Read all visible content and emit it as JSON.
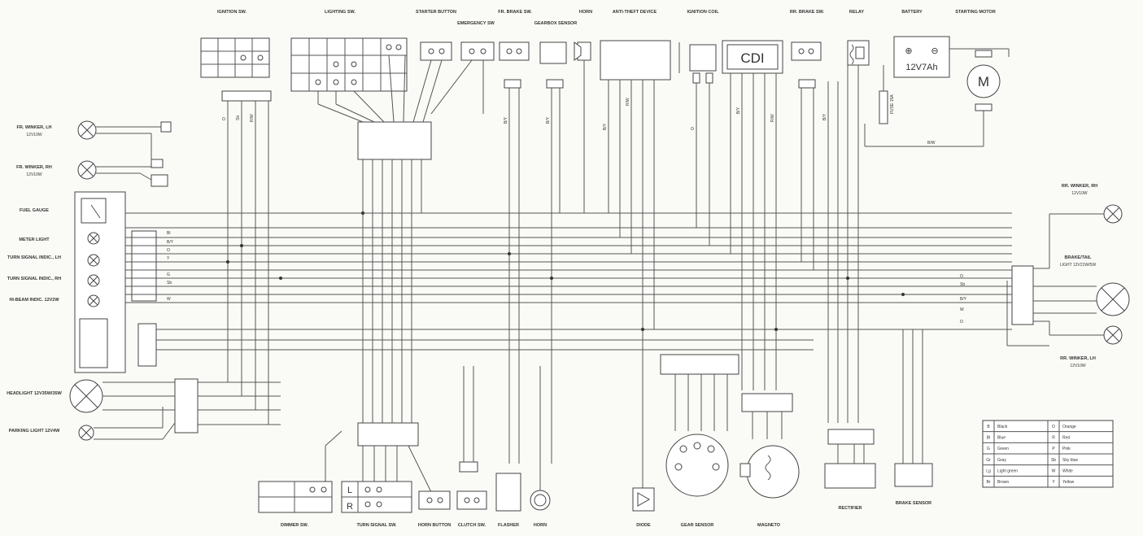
{
  "diagram": {
    "labels": {
      "ignition_sw": "IGNITION SW.",
      "lighting_sw": "LIGHTING SW.",
      "starter_button": "STARTER BUTTON",
      "emergency_sw": "EMERGENCY SW",
      "fr_brake_sw": "FR. BRAKE SW.",
      "gearshift_sensor": "GEARBOX SENSOR",
      "horn_top": "HORN",
      "anti_theft": "ANTI-THEFT DEVICE",
      "ignition_coil": "IGNITION COIL",
      "rr_brake_sw": "RR. BRAKE SW.",
      "relay": "RELAY",
      "battery": "BATTERY",
      "starting_motor": "STARTING MOTOR",
      "fr_winker_lh": "FR. WINKER, LH",
      "fr_winker_lh_spec": "12V10W",
      "fr_winker_rh": "FR. WINKER, RH",
      "fr_winker_rh_spec": "12V10W",
      "fuel_gauge": "FUEL GAUGE",
      "meter_light": "METER LIGHT",
      "turn_signal_lh": "TURN SIGNAL INDIC., LH",
      "turn_signal_rh": "TURN SIGNAL INDIC., RH",
      "hi_beam_indic": "HI-BEAM INDIC. 12V2W",
      "headlight": "HEADLIGHT 12V35W/35W",
      "parking_light": "PARKING LIGHT 12V4W",
      "rr_winker_rh": "RR. WINKER, RH",
      "rr_winker_rh_spec": "12V10W",
      "brake_tail": "BRAKE/TAIL",
      "brake_tail_spec": "LIGHT 12V21W/5W",
      "rr_winker_lh": "RR. WINKER, LH",
      "rr_winker_lh_spec": "12V10W",
      "dimmer_sw": "DIMMER SW.",
      "turn_signal_sw": "TURN SIGNAL SW.",
      "horn_button": "HORN BUTTON",
      "clutch_sw": "CLUTCH SW.",
      "flasher": "FLASHER",
      "horn_bottom": "HORN",
      "diode": "DIODE",
      "gear_sensor": "GEAR SENSOR",
      "magneto": "MAGNETO",
      "rectifier": "RECTIFIER",
      "brake_sensor": "BRAKE SENSOR",
      "cdi": "CDI",
      "battery_spec": "12V7Ah",
      "motor_m": "M",
      "fuse": "FUSE 15A",
      "switch_l": "L",
      "switch_r": "R",
      "rw": "R/W",
      "r": "R",
      "lg": "Lg",
      "o": "O",
      "b": "B",
      "gr": "Gr",
      "bw": "B/W"
    },
    "wire_labels": [
      "O",
      "G",
      "Sb",
      "O",
      "Bl",
      "B/Y",
      "O",
      "Y",
      "G",
      "Sb",
      "W",
      "B/Y",
      "R/W",
      "G",
      "Sb",
      "G",
      "Y",
      "O"
    ],
    "legend": [
      {
        "code": "B",
        "name": "Black",
        "code2": "O",
        "name2": "Orange"
      },
      {
        "code": "Bl",
        "name": "Blue",
        "code2": "R",
        "name2": "Red"
      },
      {
        "code": "G",
        "name": "Green",
        "code2": "P",
        "name2": "Pink"
      },
      {
        "code": "Gr",
        "name": "Gray",
        "code2": "Sb",
        "name2": "Sky blue"
      },
      {
        "code": "Lg",
        "name": "Light green",
        "code2": "W",
        "name2": "White"
      },
      {
        "code": "Br",
        "name": "Brown",
        "code2": "Y",
        "name2": "Yellow"
      }
    ]
  }
}
